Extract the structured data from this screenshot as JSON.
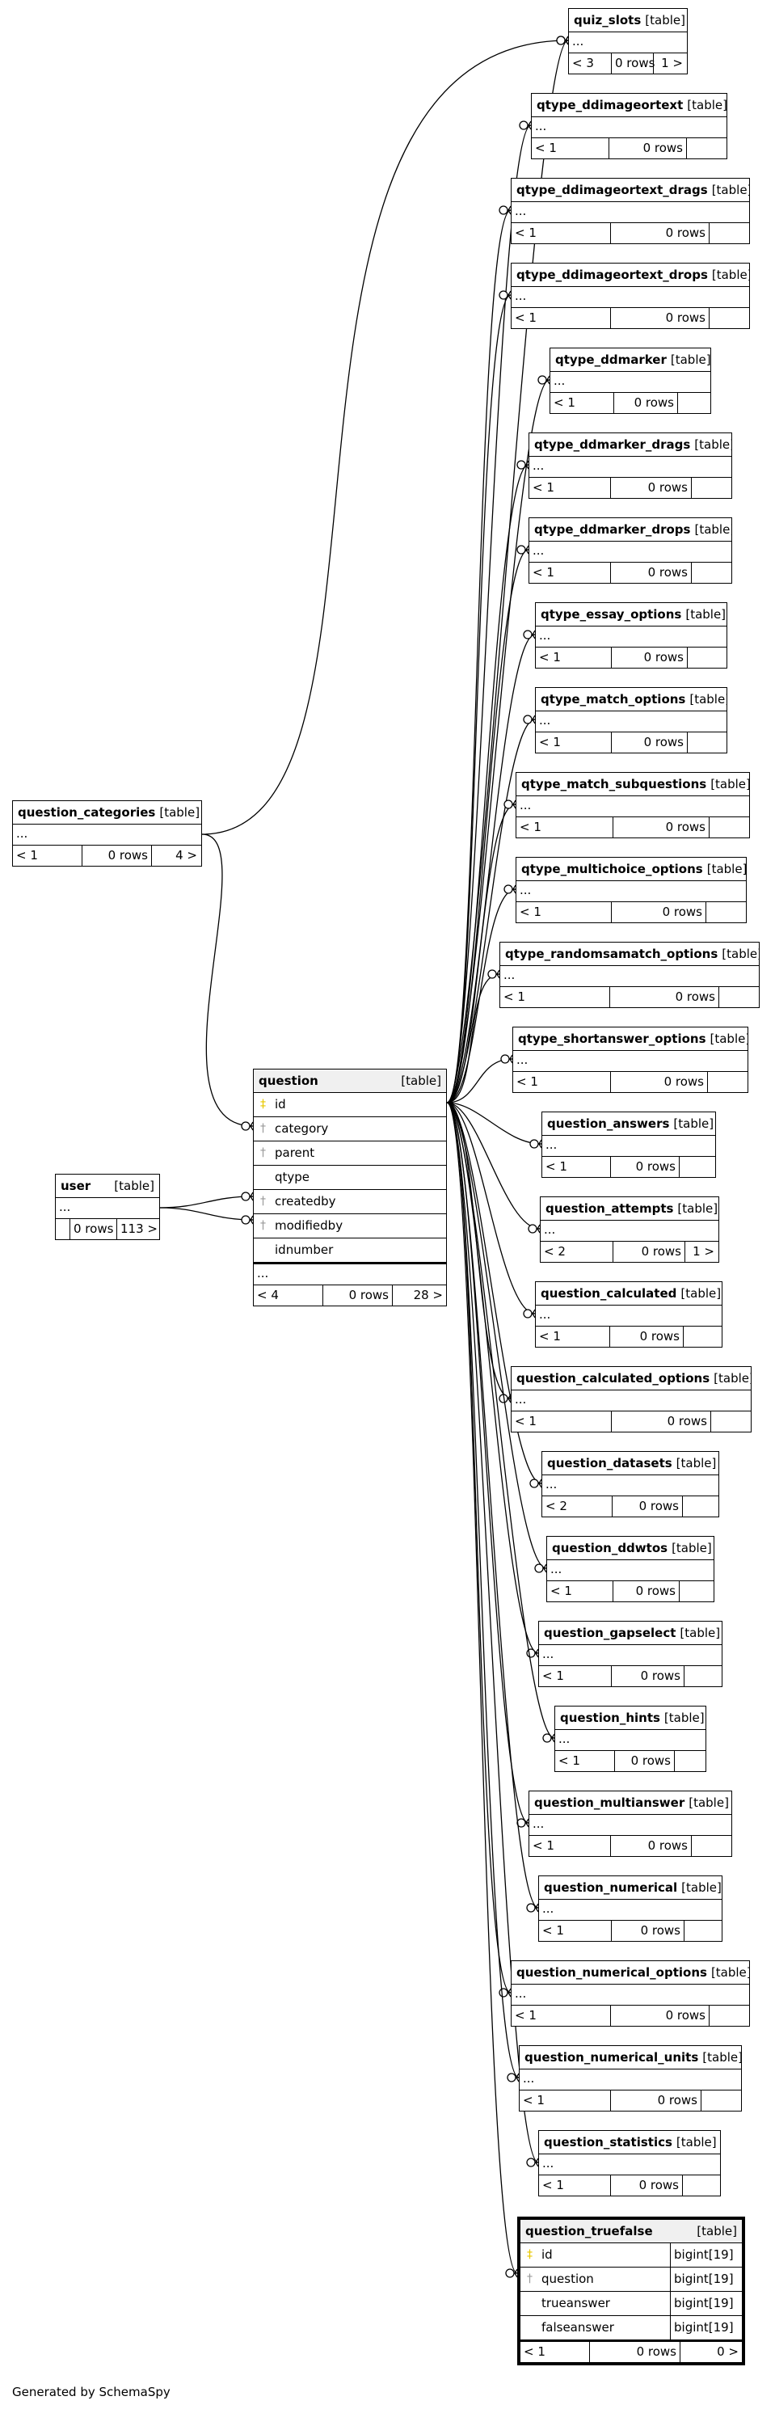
{
  "diagram": {
    "credit": "Generated by SchemaSpy",
    "table_kind": "[table]",
    "ellipsis": "...",
    "focus_table": {
      "name": "question_truefalse",
      "columns": [
        {
          "name": "id",
          "type": "bigint[19]",
          "key": "pk"
        },
        {
          "name": "question",
          "type": "bigint[19]",
          "key": "fk"
        },
        {
          "name": "trueanswer",
          "type": "bigint[19]",
          "key": ""
        },
        {
          "name": "falseanswer",
          "type": "bigint[19]",
          "key": ""
        }
      ],
      "footer": [
        "< 1",
        "0 rows",
        "0 >"
      ]
    },
    "question_table": {
      "name": "question",
      "columns": [
        {
          "name": "id",
          "key": "pk"
        },
        {
          "name": "category",
          "key": "fk"
        },
        {
          "name": "parent",
          "key": "fk"
        },
        {
          "name": "qtype",
          "key": ""
        },
        {
          "name": "createdby",
          "key": "fk"
        },
        {
          "name": "modifiedby",
          "key": "fk"
        },
        {
          "name": "idnumber",
          "key": ""
        }
      ],
      "footer": [
        "< 4",
        "0 rows",
        "28 >"
      ]
    },
    "question_categories": {
      "name": "question_categories",
      "footer": [
        "< 1",
        "0 rows",
        "4 >"
      ]
    },
    "user_table": {
      "name": "user",
      "footer": [
        "",
        "0 rows",
        "113 >"
      ]
    },
    "right_tables": [
      {
        "name": "quiz_slots",
        "footer": [
          "< 3",
          "0 rows",
          "1 >"
        ]
      },
      {
        "name": "qtype_ddimageortext",
        "footer": [
          "< 1",
          "0 rows",
          ""
        ]
      },
      {
        "name": "qtype_ddimageortext_drags",
        "footer": [
          "< 1",
          "0 rows",
          ""
        ]
      },
      {
        "name": "qtype_ddimageortext_drops",
        "footer": [
          "< 1",
          "0 rows",
          ""
        ]
      },
      {
        "name": "qtype_ddmarker",
        "footer": [
          "< 1",
          "0 rows",
          ""
        ]
      },
      {
        "name": "qtype_ddmarker_drags",
        "footer": [
          "< 1",
          "0 rows",
          ""
        ]
      },
      {
        "name": "qtype_ddmarker_drops",
        "footer": [
          "< 1",
          "0 rows",
          ""
        ]
      },
      {
        "name": "qtype_essay_options",
        "footer": [
          "< 1",
          "0 rows",
          ""
        ]
      },
      {
        "name": "qtype_match_options",
        "footer": [
          "< 1",
          "0 rows",
          ""
        ]
      },
      {
        "name": "qtype_match_subquestions",
        "footer": [
          "< 1",
          "0 rows",
          ""
        ]
      },
      {
        "name": "qtype_multichoice_options",
        "footer": [
          "< 1",
          "0 rows",
          ""
        ]
      },
      {
        "name": "qtype_randomsamatch_options",
        "footer": [
          "< 1",
          "0 rows",
          ""
        ]
      },
      {
        "name": "qtype_shortanswer_options",
        "footer": [
          "< 1",
          "0 rows",
          ""
        ]
      },
      {
        "name": "question_answers",
        "footer": [
          "< 1",
          "0 rows",
          ""
        ]
      },
      {
        "name": "question_attempts",
        "footer": [
          "< 2",
          "0 rows",
          "1 >"
        ]
      },
      {
        "name": "question_calculated",
        "footer": [
          "< 1",
          "0 rows",
          ""
        ]
      },
      {
        "name": "question_calculated_options",
        "footer": [
          "< 1",
          "0 rows",
          ""
        ]
      },
      {
        "name": "question_datasets",
        "footer": [
          "< 2",
          "0 rows",
          ""
        ]
      },
      {
        "name": "question_ddwtos",
        "footer": [
          "< 1",
          "0 rows",
          ""
        ]
      },
      {
        "name": "question_gapselect",
        "footer": [
          "< 1",
          "0 rows",
          ""
        ]
      },
      {
        "name": "question_hints",
        "footer": [
          "< 1",
          "0 rows",
          ""
        ]
      },
      {
        "name": "question_multianswer",
        "footer": [
          "< 1",
          "0 rows",
          ""
        ]
      },
      {
        "name": "question_numerical",
        "footer": [
          "< 1",
          "0 rows",
          ""
        ]
      },
      {
        "name": "question_numerical_options",
        "footer": [
          "< 1",
          "0 rows",
          ""
        ]
      },
      {
        "name": "question_numerical_units",
        "footer": [
          "< 1",
          "0 rows",
          ""
        ]
      },
      {
        "name": "question_statistics",
        "footer": [
          "< 1",
          "0 rows",
          ""
        ]
      }
    ]
  }
}
